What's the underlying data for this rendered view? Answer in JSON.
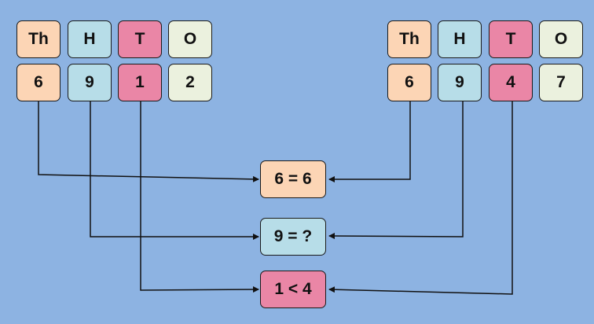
{
  "left_number": {
    "headers": [
      "Th",
      "H",
      "T",
      "O"
    ],
    "digits": [
      "6",
      "9",
      "1",
      "2"
    ]
  },
  "right_number": {
    "headers": [
      "Th",
      "H",
      "T",
      "O"
    ],
    "digits": [
      "6",
      "9",
      "4",
      "7"
    ]
  },
  "comparisons": [
    "6 = 6",
    "9 = ?",
    "1 < 4"
  ],
  "colors": {
    "background": "#8db3e2",
    "thousands": "#fcd5b5",
    "hundreds": "#b7dde8",
    "tens": "#ea86a6",
    "ones": "#ebf1de"
  }
}
